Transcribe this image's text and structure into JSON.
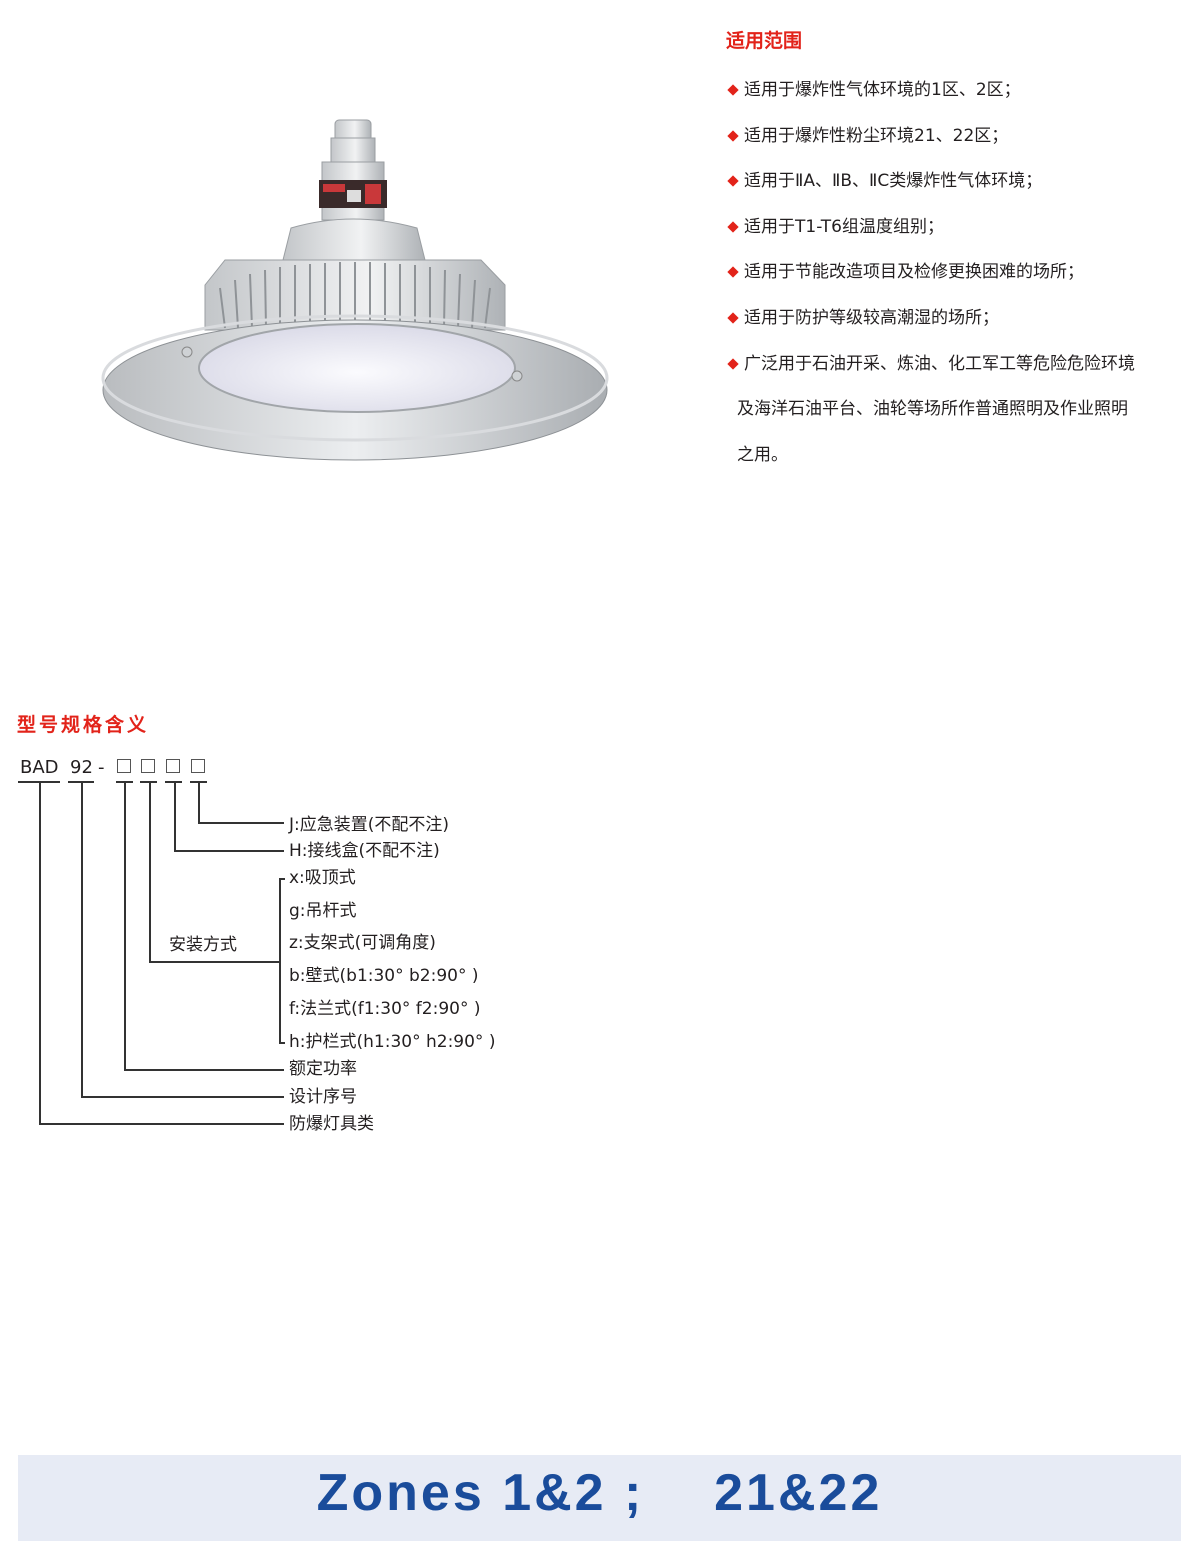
{
  "scope": {
    "title": "适用范围",
    "items": [
      "适用于爆炸性气体环境的1区、2区；",
      "适用于爆炸性粉尘环境21、22区；",
      "适用于ⅡA、ⅡB、ⅡC类爆炸性气体环境；",
      "适用于T1-T6组温度组别；",
      "适用于节能改造项目及检修更换困难的场所；",
      "适用于防护等级较高潮湿的场所；",
      "广泛用于石油开采、炼油、化工军工等危险危险环境"
    ],
    "continuation": [
      "及海洋石油平台、油轮等场所作普通照明及作业照明",
      "之用。"
    ]
  },
  "model": {
    "title": "型号规格含义",
    "code_prefix": "BAD",
    "code_series": "92",
    "code_dash": "-",
    "labels": {
      "emergency": "J:应急装置(不配不注)",
      "junction": "H:接线盒(不配不注)",
      "install_title": "安装方式",
      "install_options": [
        "x:吸顶式",
        "g:吊杆式",
        "z:支架式(可调角度)",
        "b:壁式(b1:30°  b2:90°  )",
        "f:法兰式(f1:30°  f2:90°  )",
        "h:护栏式(h1:30°  h2:90°  )"
      ],
      "power": "额定功率",
      "design_no": "设计序号",
      "category": "防爆灯具类"
    }
  },
  "banner": {
    "text": "Zones 1&2 ;    21&22"
  },
  "colors": {
    "accent_red": "#e2231a",
    "banner_blue": "#1a4c9b",
    "banner_bg": "#e7ebf5"
  }
}
